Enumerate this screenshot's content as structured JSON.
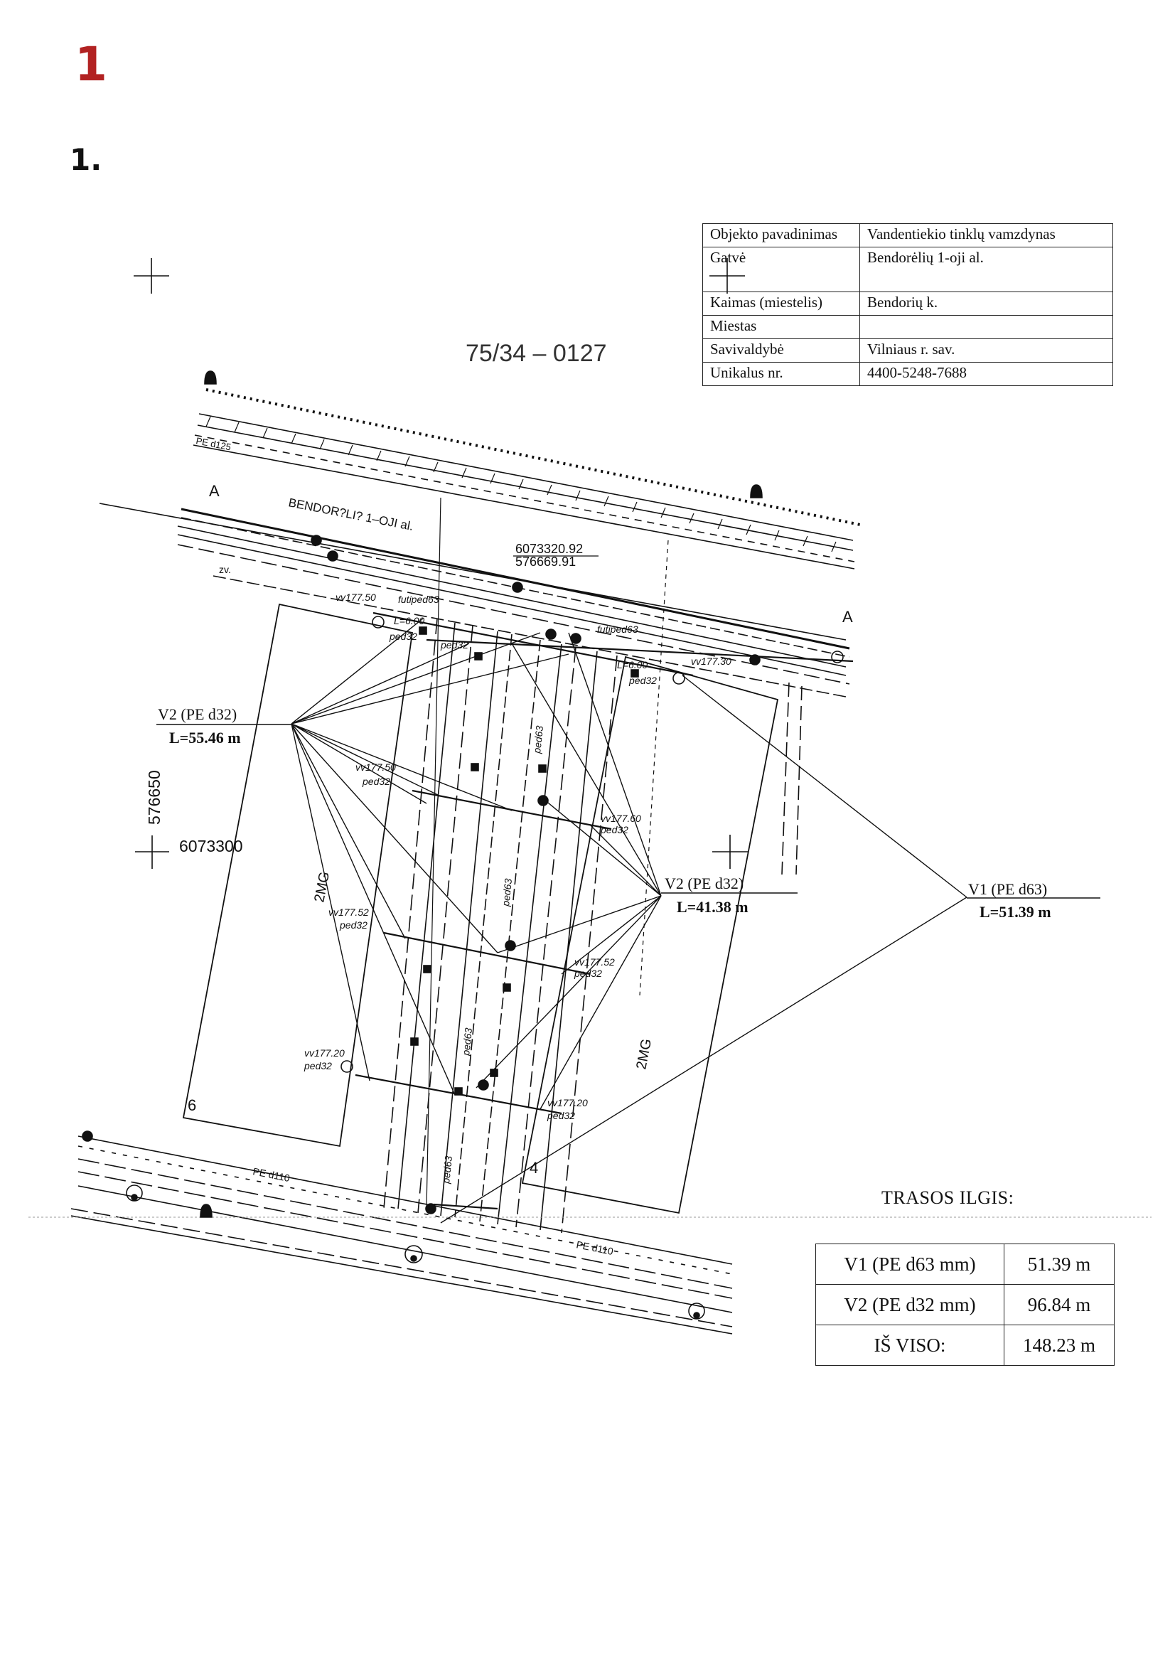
{
  "page_number": "1",
  "section_number": "1.",
  "info_table": [
    {
      "key": "Objekto pavadinimas",
      "value": "Vandentiekio tinklų vamzdynas"
    },
    {
      "key": "Gatvė",
      "value": "Bendorėlių 1-oji al."
    },
    {
      "key": "Kaimas (miestelis)",
      "value": "Bendorių k."
    },
    {
      "key": "Miestas",
      "value": ""
    },
    {
      "key": "Savivaldybė",
      "value": "Vilniaus r. sav."
    },
    {
      "key": "Unikalus nr.",
      "value": "4400-5248-7688"
    }
  ],
  "drawing": {
    "parcel_id": "75/34 – 0127",
    "street_label": "BENDOR?LI? 1–OJI al.",
    "pipe_top": "PE d125",
    "pipe_bottom_1": "PE d110",
    "pipe_bottom_2": "PE d110",
    "coord_point": {
      "x": "6073320.92",
      "y": "576669.91"
    },
    "grid_x": "6073300",
    "grid_y": "576650",
    "label_a": "A",
    "label_zv": "zv.",
    "label_2mg": "2MG",
    "lot_6": "6",
    "lot_4": "4",
    "callouts": [
      {
        "line1": "V2 (PE d32)",
        "line2": "L=55.46 m"
      },
      {
        "line1": "V2 (PE d32)",
        "line2": "L=41.38 m"
      },
      {
        "line1": "V1 (PE d63)",
        "line2": "L=51.39 m"
      }
    ],
    "small_labels": [
      "vv177.50",
      "ped32",
      "ped32",
      "vv177.30",
      "ped32",
      "vv177.50",
      "ped32",
      "vv177.60",
      "ped32",
      "vv177.52",
      "ped32",
      "vv177.52",
      "ped32",
      "vv177.20",
      "ped32",
      "vv177.20",
      "ped32",
      "futiped63",
      "futiped63",
      "L=6.00",
      "L=6.00",
      "ped63",
      "ped63",
      "ped63",
      "ped63"
    ]
  },
  "trasos": {
    "title": "TRASOS ILGIS:",
    "rows": [
      {
        "name": "V1 (PE d63 mm)",
        "value": "51.39 m"
      },
      {
        "name": "V2 (PE d32 mm)",
        "value": "96.84 m"
      },
      {
        "name": "IŠ VISO:",
        "value": "148.23 m"
      }
    ]
  },
  "colors": {
    "page_number": "#b22222",
    "ink": "#111111"
  }
}
